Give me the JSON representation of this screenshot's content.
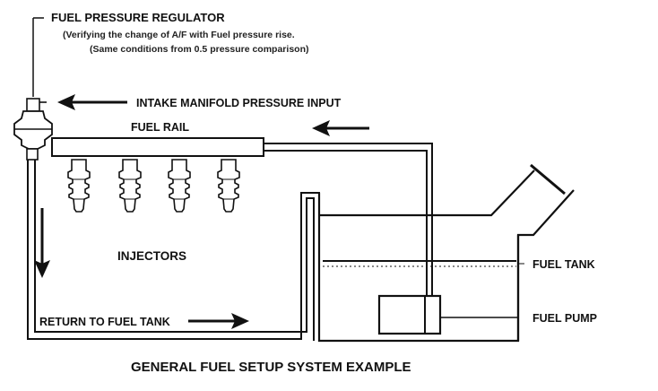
{
  "diagram": {
    "title": "GENERAL FUEL SETUP SYSTEM EXAMPLE",
    "regulator": {
      "label": "FUEL PRESSURE REGULATOR",
      "note_1": "(Verifying the change of A/F with Fuel pressure rise.",
      "note_2": "(Same conditions from 0.5 pressure comparison)"
    },
    "intake_label": "INTAKE MANIFOLD PRESSURE INPUT",
    "fuel_rail_label": "FUEL RAIL",
    "injectors_label": "INJECTORS",
    "return_label": "RETURN TO FUEL TANK",
    "tank_label": "FUEL TANK",
    "pump_label": "FUEL PUMP"
  }
}
